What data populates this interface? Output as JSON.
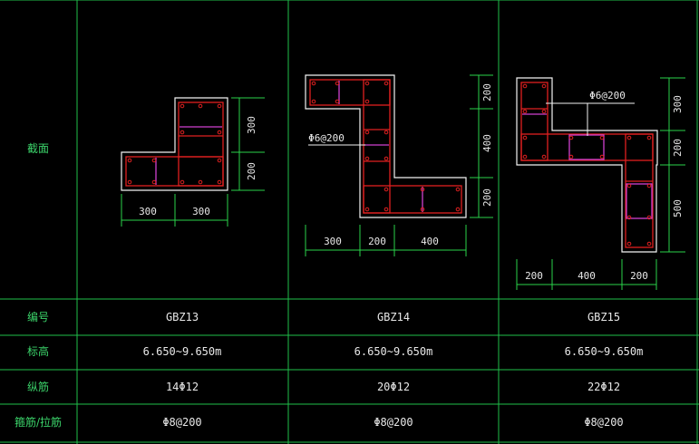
{
  "row_labels": {
    "section": "截面",
    "code": "编号",
    "elevation": "标高",
    "longitudinal": "纵筋",
    "stirrup": "箍筋/拉筋"
  },
  "columns": [
    {
      "code": "GBZ13",
      "elevation": "6.650~9.650m",
      "longitudinal": "14Φ12",
      "stirrup": "Φ8@200",
      "dims": {
        "top_right": "300",
        "bottom_right": "200",
        "bottom_left": "300",
        "bottom_right2": "300"
      }
    },
    {
      "code": "GBZ14",
      "elevation": "6.650~9.650m",
      "longitudinal": "20Φ12",
      "stirrup": "Φ8@200",
      "callout": "Φ6@200",
      "dims": {
        "r1": "200",
        "r2": "400",
        "r3": "200",
        "b1": "300",
        "b2": "200",
        "b3": "400"
      }
    },
    {
      "code": "GBZ15",
      "elevation": "6.650~9.650m",
      "longitudinal": "22Φ12",
      "stirrup": "Φ8@200",
      "callout": "Φ6@200",
      "dims": {
        "r1": "300",
        "r2": "200",
        "r3": "500",
        "b1": "200",
        "b2": "400",
        "b3": "200"
      }
    }
  ]
}
